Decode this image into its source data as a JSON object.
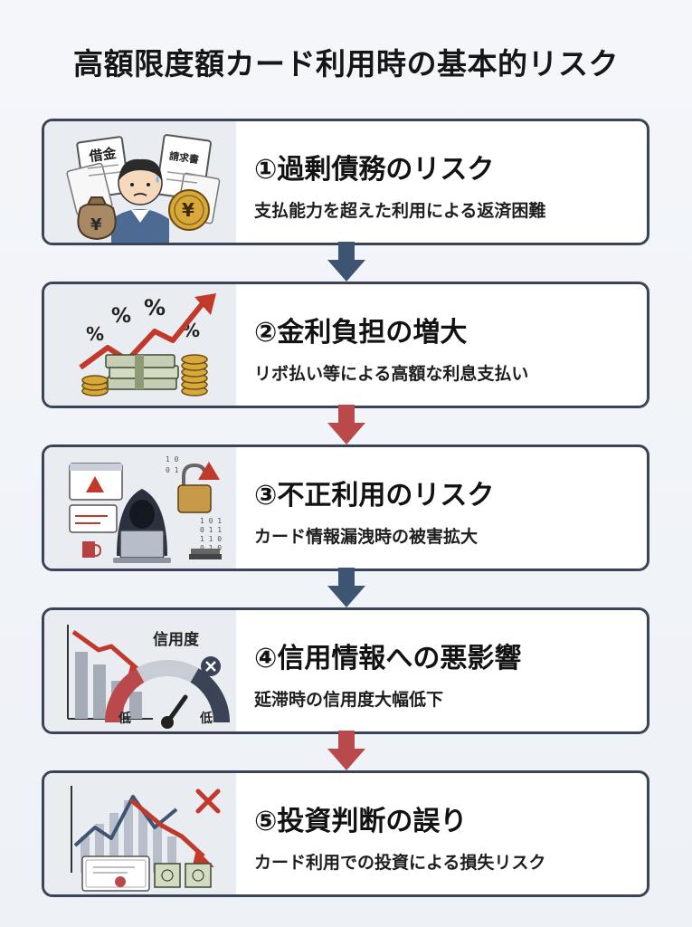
{
  "title": "高額限度額カード利用時の基本的リスク",
  "colors": {
    "border": "#3a4456",
    "arrow_blue": "#3d5472",
    "arrow_red": "#b9494a",
    "accent_red": "#c0392b"
  },
  "risks": [
    {
      "heading": "①過剰債務のリスク",
      "description": "支払能力を超えた利用による返済困難",
      "illustration_labels": [
        "借金",
        "請求書",
        "¥",
        "¥"
      ],
      "icon": "debt-worried-person-icon"
    },
    {
      "heading": "②金利負担の増大",
      "description": "リボ払い等による高額な利息支払い",
      "illustration_labels": [
        "%",
        "%",
        "%",
        "%"
      ],
      "icon": "interest-rising-chart-icon"
    },
    {
      "heading": "③不正利用のリスク",
      "description": "カード情報漏洩時の被害拡大",
      "illustration_labels": [],
      "icon": "hacker-laptop-icon"
    },
    {
      "heading": "④信用情報への悪影響",
      "description": "延滞時の信用度大幅低下",
      "illustration_labels": [
        "信用度",
        "低",
        "低"
      ],
      "icon": "credit-gauge-icon"
    },
    {
      "heading": "⑤投資判断の誤り",
      "description": "カード利用での投資による損失リスク",
      "illustration_labels": [],
      "icon": "investment-loss-chart-icon"
    }
  ],
  "arrows": [
    {
      "color": "arrow_blue"
    },
    {
      "color": "arrow_red"
    },
    {
      "color": "arrow_blue"
    },
    {
      "color": "arrow_red"
    }
  ]
}
